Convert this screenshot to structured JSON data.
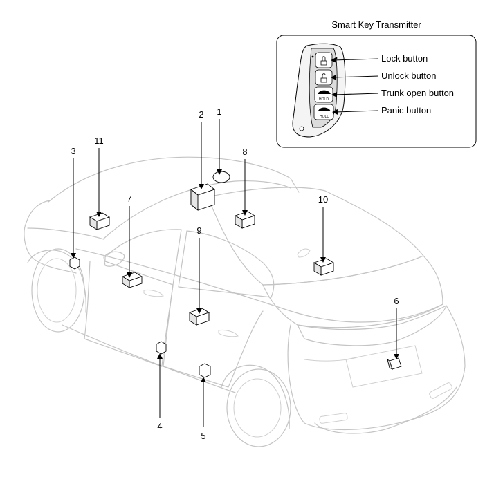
{
  "inset": {
    "title": "Smart Key Transmitter",
    "buttons": [
      {
        "label": "Lock button"
      },
      {
        "label": "Unlock button"
      },
      {
        "label": "Trunk open button"
      },
      {
        "label": "Panic button"
      }
    ],
    "hold_text_1": "HOLD",
    "hold_text_2": "HOLD"
  },
  "components": [
    {
      "number": "1"
    },
    {
      "number": "2"
    },
    {
      "number": "3"
    },
    {
      "number": "4"
    },
    {
      "number": "5"
    },
    {
      "number": "6"
    },
    {
      "number": "7"
    },
    {
      "number": "8"
    },
    {
      "number": "9"
    },
    {
      "number": "10"
    },
    {
      "number": "11"
    }
  ]
}
